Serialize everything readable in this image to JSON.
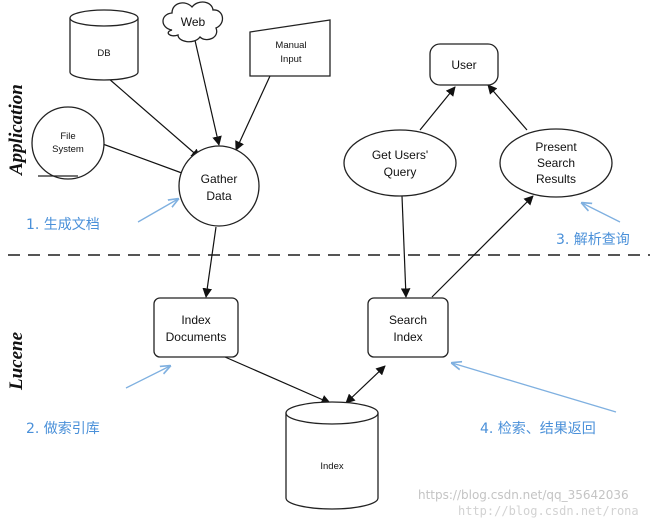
{
  "layers": {
    "application": "Application",
    "lucene": "Lucene"
  },
  "nodes": {
    "db": "DB",
    "web": "Web",
    "manual_input": [
      "Manual",
      "Input"
    ],
    "file_system": [
      "File",
      "System"
    ],
    "gather_data": [
      "Gather",
      "Data"
    ],
    "user": "User",
    "get_users_query": [
      "Get Users'",
      "Query"
    ],
    "present_search_results": [
      "Present",
      "Search",
      "Results"
    ],
    "index_documents": [
      "Index",
      "Documents"
    ],
    "search_index": [
      "Search",
      "Index"
    ],
    "index": "Index"
  },
  "annotations": {
    "step1": "1.  生成文档",
    "step2": "2.  做索引库",
    "step3": "3.  解析查询",
    "step4": "4.  检索、结果返回"
  },
  "watermark": {
    "line1": "https://blog.csdn.net/qq_35642036",
    "line2": "http://blog.csdn.net/rona"
  },
  "colors": {
    "annotation": "#4a90d9",
    "annotation_arrow": "#7fb0e0",
    "stroke": "#222222",
    "divider": "#555555"
  }
}
